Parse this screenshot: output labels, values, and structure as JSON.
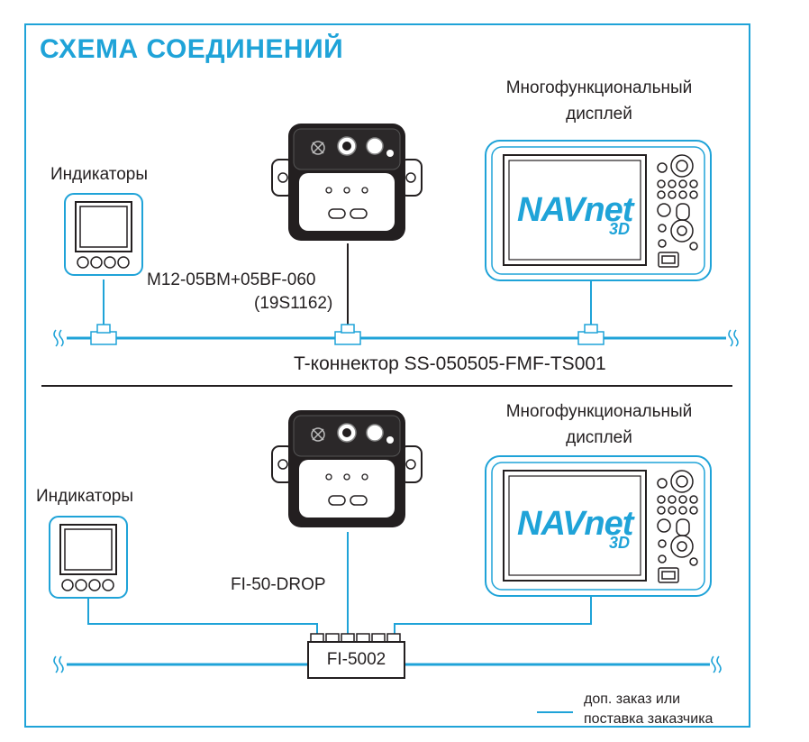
{
  "title": "СХЕМА СОЕДИНЕНИЙ",
  "colors": {
    "accent": "#1fa3d8",
    "ink": "#231f20"
  },
  "top_section": {
    "indicators_label": "Индикаторы",
    "mfd_label_line1": "Многофункциональный",
    "mfd_label_line2": "дисплей",
    "cable_label_line1": "M12-05BM+05BF-060",
    "cable_label_line2": "(19S1162)",
    "tconnector_label": "T-коннектор SS-050505-FMF-TS001"
  },
  "bottom_section": {
    "indicators_label": "Индикаторы",
    "mfd_label_line1": "Многофункциональный",
    "mfd_label_line2": "дисплей",
    "drop_label": "FI-50-DROP",
    "junction_label": "FI-5002"
  },
  "display_logo": {
    "brand": "NAVnet",
    "suffix": "3D"
  },
  "legend": {
    "line1": "доп. заказ или",
    "line2": "поставка заказчика"
  }
}
